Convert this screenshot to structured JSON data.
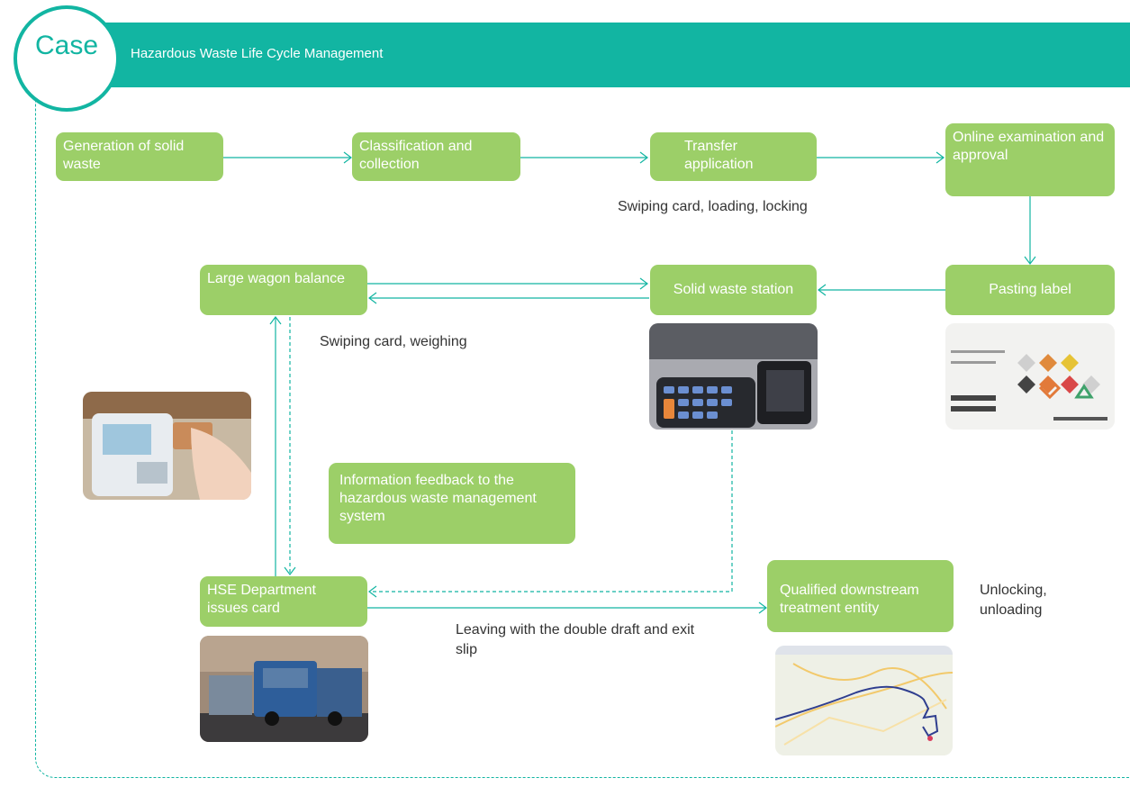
{
  "header": {
    "badge": "Case",
    "title": "Hazardous Waste Life Cycle Management"
  },
  "steps": {
    "generation": "Generation of solid waste",
    "classification": "Classification and collection",
    "transfer": "Transfer application",
    "online": "Online examination and approval",
    "pasting": "Pasting label",
    "station": "Solid waste station",
    "wagon": "Large wagon balance",
    "feedback": "Information feedback to the hazardous waste management system",
    "hse": "HSE Department issues card",
    "qualified": "Qualified downstream treatment entity"
  },
  "notes": {
    "swipe_load": "Swiping card, loading, locking",
    "swipe_weigh": "Swiping card, weighing",
    "leaving": "Leaving with the double draft and exit slip",
    "unlocking": "Unlocking, unloading"
  },
  "colors": {
    "teal": "#12b5a2",
    "green_box": "#9ccf68"
  }
}
